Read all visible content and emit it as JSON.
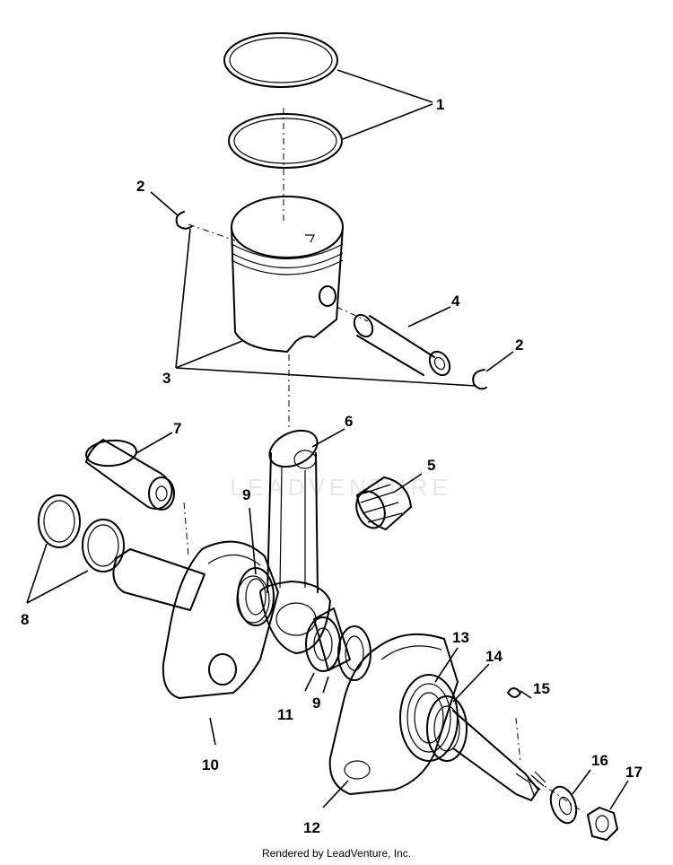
{
  "callouts": [
    {
      "id": "c1",
      "text": "1"
    },
    {
      "id": "c2a",
      "text": "2"
    },
    {
      "id": "c2b",
      "text": "2"
    },
    {
      "id": "c3",
      "text": "3"
    },
    {
      "id": "c4",
      "text": "4"
    },
    {
      "id": "c5",
      "text": "5"
    },
    {
      "id": "c6",
      "text": "6"
    },
    {
      "id": "c7",
      "text": "7"
    },
    {
      "id": "c8",
      "text": "8"
    },
    {
      "id": "c9a",
      "text": "9"
    },
    {
      "id": "c9b",
      "text": "9"
    },
    {
      "id": "c10",
      "text": "10"
    },
    {
      "id": "c11",
      "text": "11"
    },
    {
      "id": "c12",
      "text": "12"
    },
    {
      "id": "c13",
      "text": "13"
    },
    {
      "id": "c14",
      "text": "14"
    },
    {
      "id": "c15",
      "text": "15"
    },
    {
      "id": "c16",
      "text": "16"
    },
    {
      "id": "c17",
      "text": "17"
    }
  ],
  "watermark": "LEADVENTURE",
  "footer": "Rendered by LeadVenture, Inc."
}
